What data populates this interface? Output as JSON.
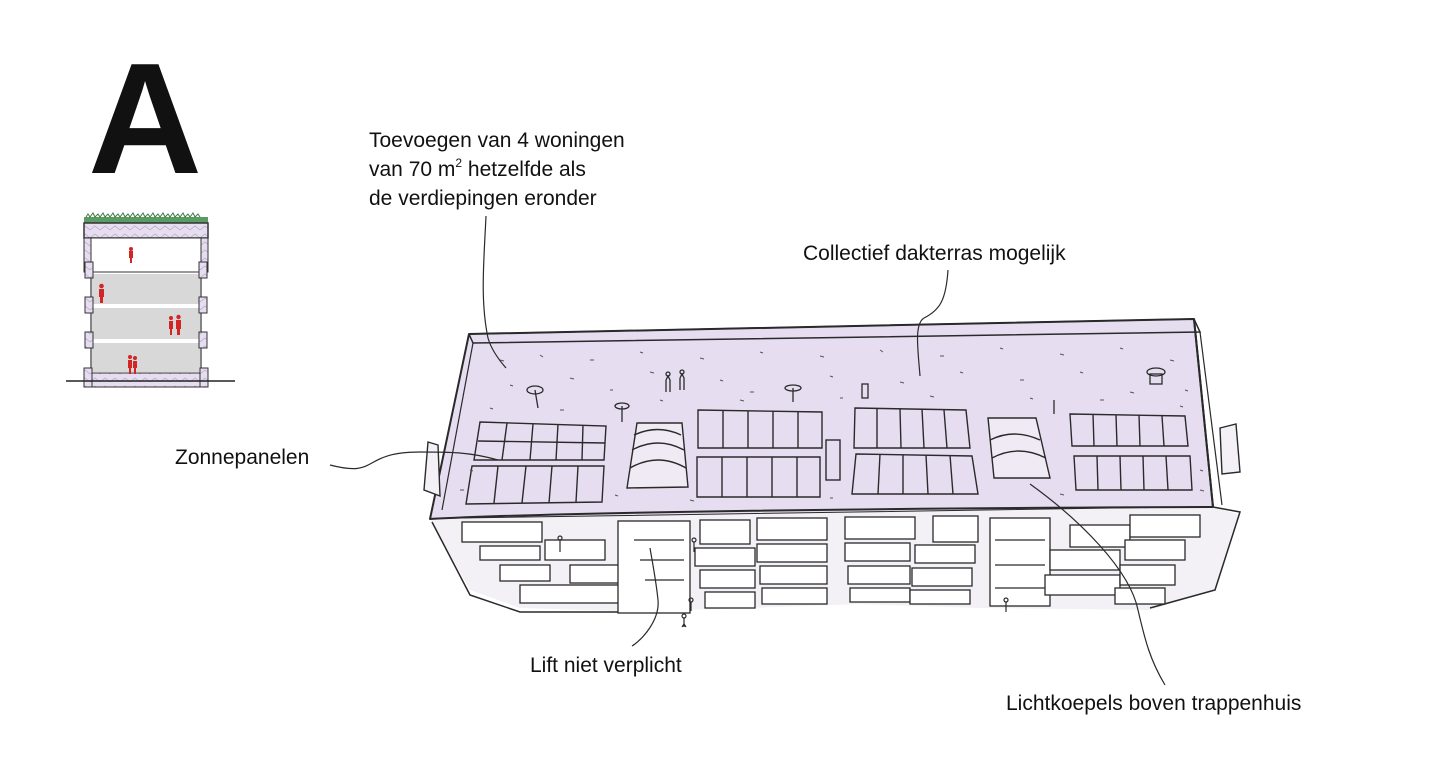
{
  "variant_letter": "A",
  "annotations": {
    "toevoegen_line1": "Toevoegen van 4 woningen",
    "toevoegen_line2_pre": "van 70 m",
    "toevoegen_line2_sup": "2",
    "toevoegen_line2_post": " hetzelfde als",
    "toevoegen_line3": "de verdiepingen eronder",
    "collectief": "Collectief dakterras mogelijk",
    "zonnepanelen": "Zonnepanelen",
    "lift": "Lift niet verplicht",
    "lichtkoepels": "Lichtkoepels boven trappenhuis"
  },
  "colors": {
    "roof_fill": "#e6def0",
    "section_fill": "#e6def0",
    "floor_fill": "#d8d8d8",
    "person_red": "#d42525",
    "green_roof": "#5a9a63",
    "ink": "#2a2a2a"
  }
}
